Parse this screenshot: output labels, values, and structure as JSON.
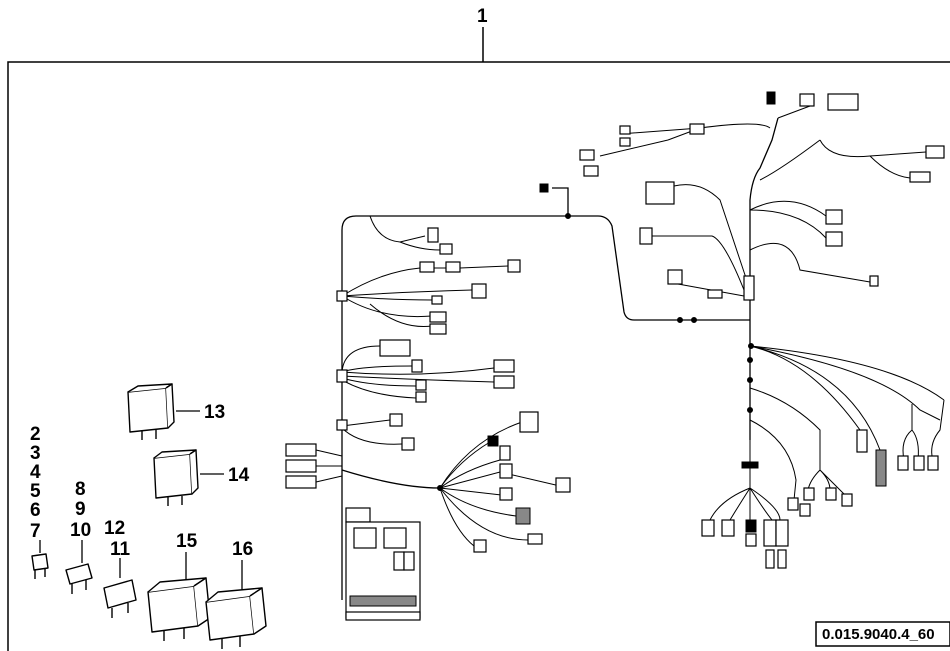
{
  "callouts": {
    "n1": "1",
    "n2": "2",
    "n3": "3",
    "n4": "4",
    "n5": "5",
    "n6": "6",
    "n7": "7",
    "n8": "8",
    "n9": "9",
    "n10": "10",
    "n11": "11",
    "n12": "12",
    "n13": "13",
    "n14": "14",
    "n15": "15",
    "n16": "16"
  },
  "reference_code": "0.015.9040.4_60"
}
